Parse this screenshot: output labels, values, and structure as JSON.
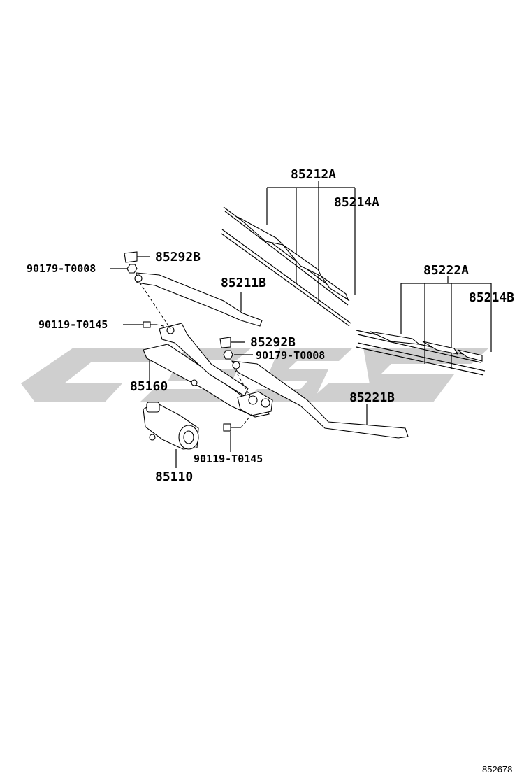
{
  "watermark": {
    "color": "#cfcfcf"
  },
  "labels": {
    "p85212A": "85212A",
    "p85214A": "85214A",
    "p85222A": "85222A",
    "p85214B": "85214B",
    "p85292B_top": "85292B",
    "p90179_T0008_left": "90179-T0008",
    "p85211B": "85211B",
    "p90119_T0145_left": "90119-T0145",
    "p85292B_mid": "85292B",
    "p90179_T0008_right": "90179-T0008",
    "p85160": "85160",
    "p85221B": "85221B",
    "p90119_T0145_bottom": "90119-T0145",
    "p85110": "85110"
  },
  "figure_number": "852678"
}
